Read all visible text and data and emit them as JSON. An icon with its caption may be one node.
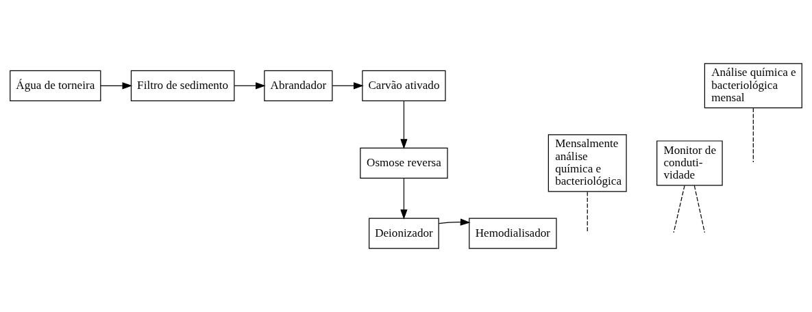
{
  "diagram": {
    "nodes": [
      {
        "text": [
          "Água de torneira"
        ]
      },
      {
        "text": [
          "Filtro de sedimento"
        ]
      },
      {
        "text": [
          "Abrandador"
        ]
      },
      {
        "text": [
          "Carvão ativado"
        ]
      },
      {
        "text": [
          "Mensalmente análise química e bacteriológica"
        ]
      },
      {
        "text": [
          "Monitor de conduti- vidade"
        ]
      },
      {
        "text": [
          "Osmose reversa"
        ]
      },
      {
        "text": [
          "Hemodialisador"
        ]
      },
      {
        "text": [
          "Deionizador"
        ]
      },
      {
        "text": [
          "Análise química e bacteriológica mensal"
        ]
      }
    ],
    "edges": [
      {
        "from": 0,
        "to": 1,
        "arrow": "to"
      },
      {
        "from": 1,
        "to": 2,
        "arrow": "to"
      },
      {
        "from": 2,
        "to": 3,
        "arrow": "to"
      },
      {
        "from": 3,
        "to": 6,
        "arrow": "to"
      },
      {
        "from": 6,
        "to": 8,
        "arrow": "to"
      },
      {
        "from": 8,
        "to": 7,
        "arrow": "to"
      },
      {
        "from": 4,
        "to": null,
        "arrow": "none",
        "style": "dashed"
      },
      {
        "from": 5,
        "to": null,
        "arrow": "none",
        "style": "dashed"
      },
      {
        "from": 5,
        "to": null,
        "arrow": "none",
        "style": "dashed"
      },
      {
        "from": 9,
        "to": null,
        "arrow": "none",
        "style": "dashed"
      }
    ]
  }
}
